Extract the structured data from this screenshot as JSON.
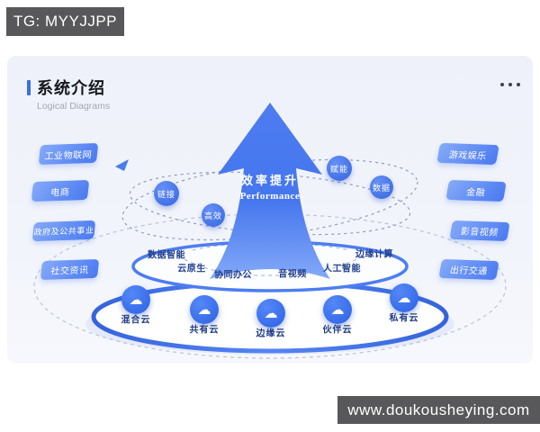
{
  "watermark_top": {
    "text": "TG: MYYJJPP"
  },
  "watermark_bottom": {
    "text": "www.doukousheying.com"
  },
  "header": {
    "title": "系统介绍",
    "subtitle": "Logical Diagrams"
  },
  "arrow": {
    "title": "效率提升",
    "subtitle": "Performance"
  },
  "orbit_bubbles": [
    "链接",
    "高效",
    "赋能",
    "数据"
  ],
  "industries": {
    "left": [
      "工业物联网",
      "电商",
      "政府及公共事业",
      "社交资讯"
    ],
    "right": [
      "游戏娱乐",
      "金融",
      "影音视频",
      "出行交通"
    ]
  },
  "platform": {
    "labels": [
      "数据智能",
      "云原生",
      "协同办公",
      "音视频",
      "人工智能",
      "边缘计算"
    ]
  },
  "clouds": {
    "items": [
      "混合云",
      "共有云",
      "边缘云",
      "伙伴云",
      "私有云"
    ]
  },
  "icons": {
    "cloud_glyph": "☁"
  },
  "colors": {
    "primary": "#3b6fe3",
    "banner": "#58585a",
    "label_navy": "#25418f"
  }
}
